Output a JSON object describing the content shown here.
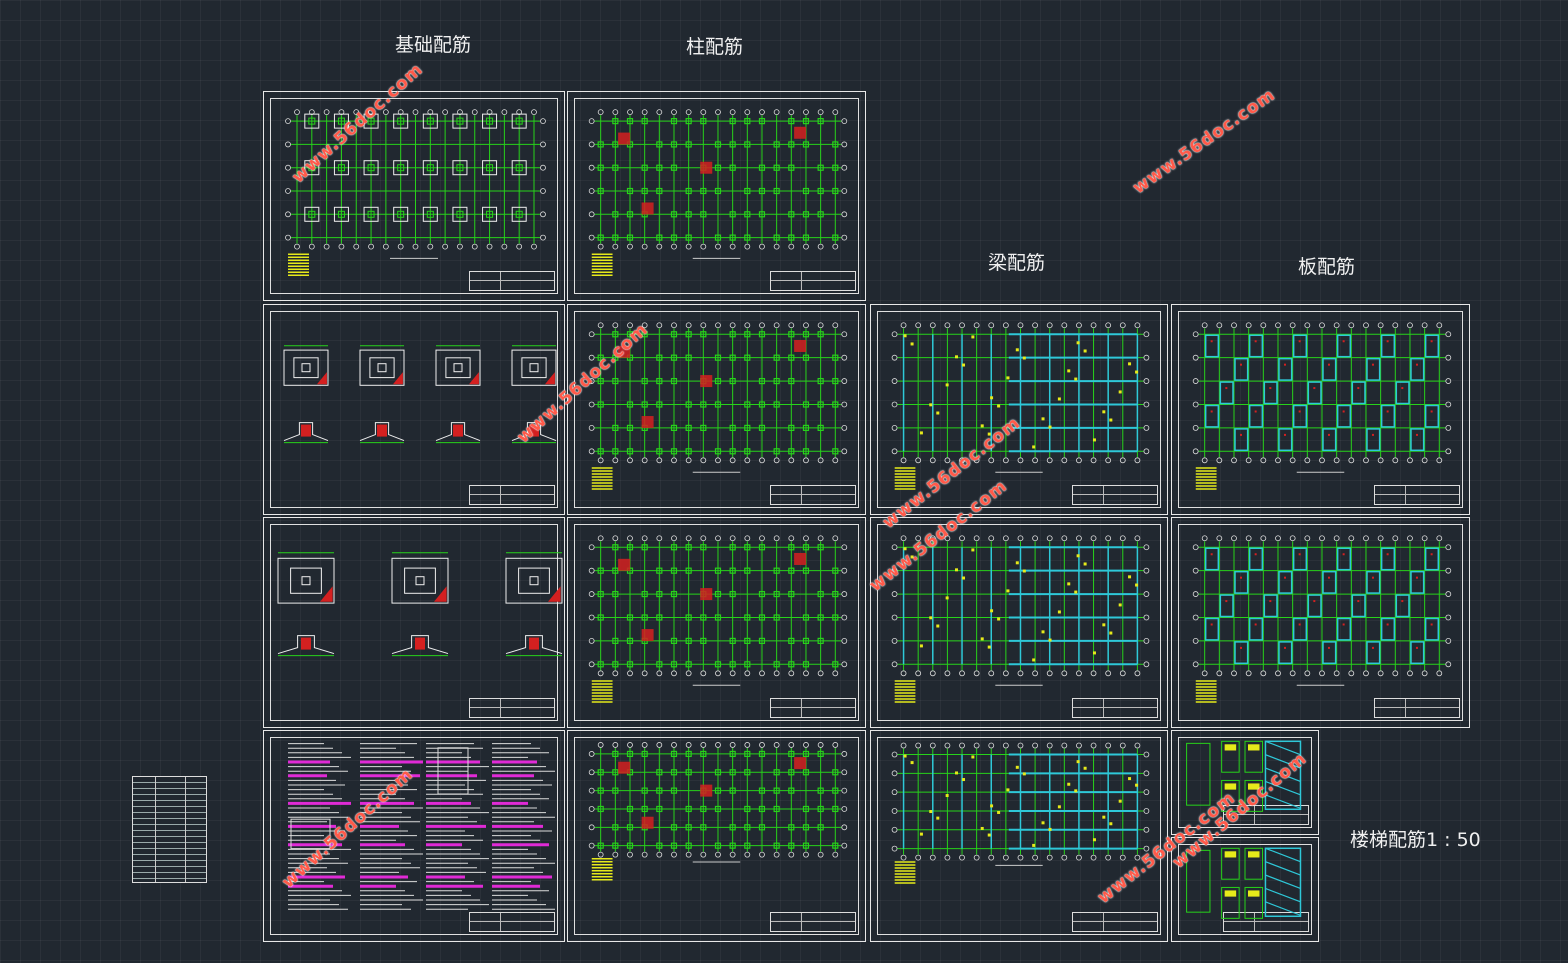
{
  "labels": {
    "foundation": "基础配筋",
    "column": "柱配筋",
    "beam": "梁配筋",
    "slab": "板配筋",
    "stair": "楼梯配筋",
    "stair_scale": "1 : 50"
  },
  "watermark": "www.56doc.com",
  "colors": {
    "background": "#212830",
    "frame": "#e8e8e8",
    "grid_green": "#27d21a",
    "beam_cyan": "#2ec8d8",
    "accent_red": "#d42020",
    "accent_yellow": "#e6ea1a",
    "accent_magenta": "#e02ad6",
    "watermark": "#ff5a4a"
  },
  "sheets": [
    {
      "id": "s1",
      "kind": "foundation-plan"
    },
    {
      "id": "s2",
      "kind": "column-plan"
    },
    {
      "id": "s3",
      "kind": "footing-details"
    },
    {
      "id": "s4",
      "kind": "column-plan"
    },
    {
      "id": "s5",
      "kind": "beam-plan"
    },
    {
      "id": "s6",
      "kind": "slab-plan"
    },
    {
      "id": "s7",
      "kind": "footing-details-2"
    },
    {
      "id": "s8",
      "kind": "column-plan"
    },
    {
      "id": "s9",
      "kind": "beam-plan"
    },
    {
      "id": "s10",
      "kind": "slab-plan"
    },
    {
      "id": "s11",
      "kind": "general-notes"
    },
    {
      "id": "s12",
      "kind": "column-plan-details"
    },
    {
      "id": "s13",
      "kind": "beam-plan-details"
    },
    {
      "id": "s14",
      "kind": "stair-detail"
    },
    {
      "id": "s15",
      "kind": "stair-detail"
    }
  ]
}
